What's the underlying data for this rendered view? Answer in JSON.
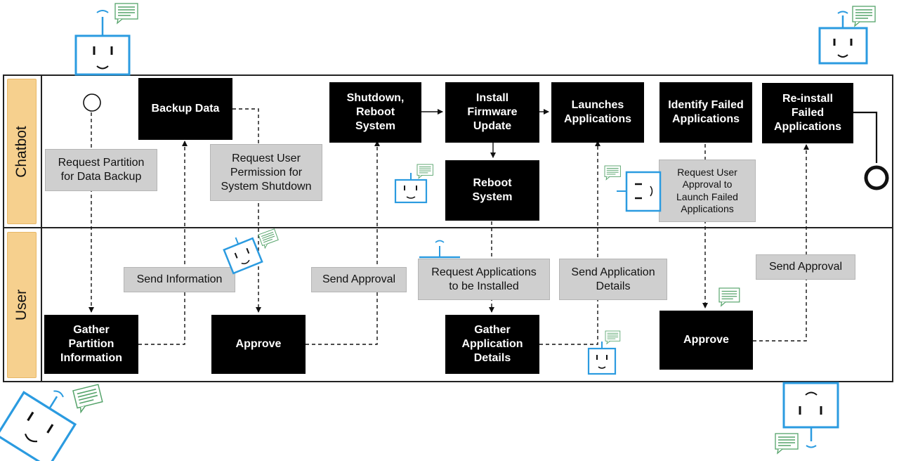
{
  "lanes": {
    "chatbot": "Chatbot",
    "user": "User"
  },
  "nodes": {
    "backup_data": "Backup Data",
    "shutdown_reboot": "Shutdown,\nReboot\nSystem",
    "install_firmware": "Install\nFirmware\nUpdate",
    "launches_applications": "Launches\nApplications",
    "identify_failed": "Identify Failed\nApplications",
    "reinstall_failed": "Re-install\nFailed\nApplications",
    "reboot_system": "Reboot\nSystem",
    "gather_partition": "Gather\nPartition\nInformation",
    "approve_1": "Approve",
    "gather_app_details": "Gather\nApplication\nDetails",
    "approve_2": "Approve"
  },
  "messages": {
    "request_partition": "Request Partition\nfor Data Backup",
    "request_permission": "Request User\nPermission for\nSystem Shutdown",
    "request_approval_launch": "Request User\nApproval to\nLaunch Failed\nApplications",
    "send_information": "Send Information",
    "send_approval_1": "Send Approval",
    "request_applications": "Request Applications\nto be Installed",
    "send_app_details": "Send Application\nDetails",
    "send_approval_2": "Send Approval"
  },
  "colors": {
    "lane_label_bg": "#f6d08e",
    "task_bg": "#000000",
    "message_bg": "#cfcfcf",
    "robot_stroke": "#2b9be0",
    "speech_stroke": "#55a36a"
  },
  "icons": [
    "start-event-icon",
    "end-event-icon",
    "robot-icon",
    "speech-bubble-icon"
  ]
}
